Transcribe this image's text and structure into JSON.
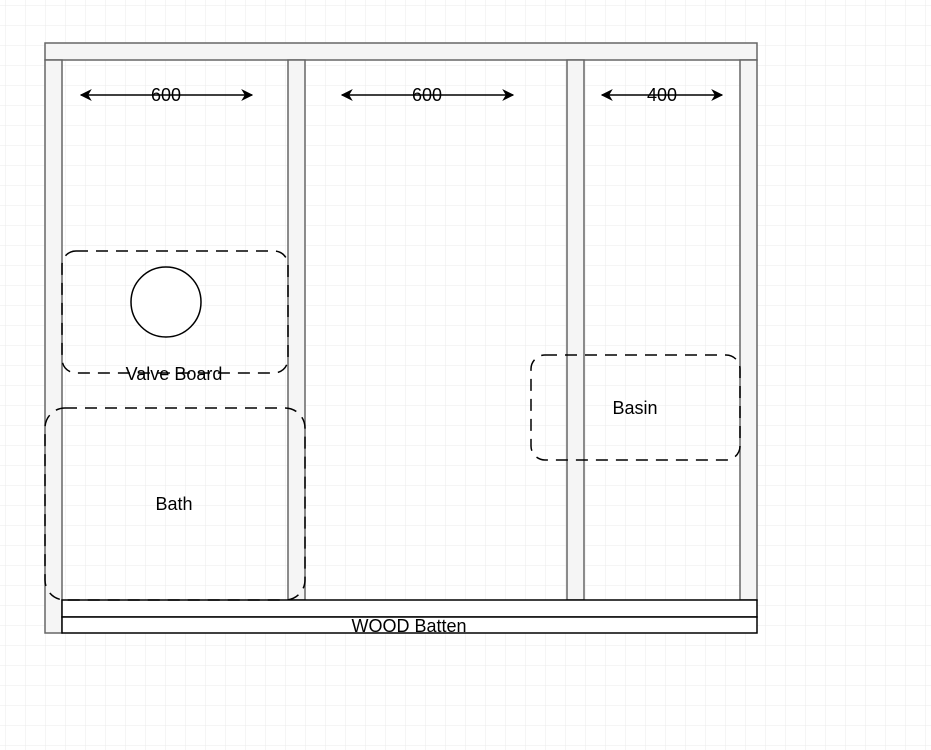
{
  "dimensions": {
    "bay1": "600",
    "bay2": "600",
    "bay3": "400"
  },
  "labels": {
    "valve_board": "Valve Board",
    "bath": "Bath",
    "basin": "Basin",
    "wood_batten": "WOOD Batten"
  },
  "colors": {
    "stud_fill": "#f5f5f5",
    "stud_stroke": "#666666",
    "grid": "#e6e6e6"
  }
}
